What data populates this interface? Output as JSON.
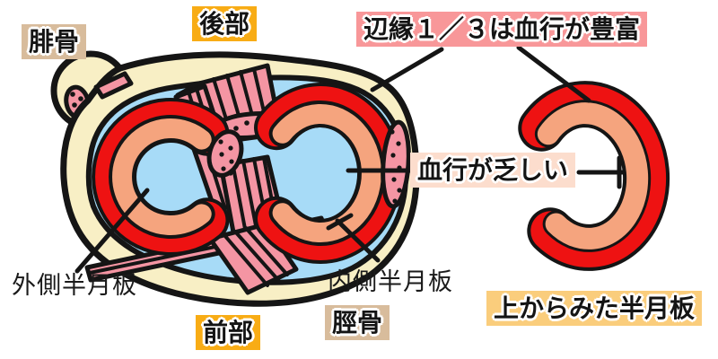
{
  "labels": {
    "fibula": "腓骨",
    "posterior": "後部",
    "rich_blood": "辺縁１／３は血行が豊富",
    "poor_blood": "血行が乏しい",
    "lateral_meniscus": "外側半月板",
    "medial_meniscus": "内側半月板",
    "tibia": "脛骨",
    "anterior": "前部",
    "top_view": "上からみた半月板"
  },
  "colors": {
    "ink": "#151515",
    "bone-cream": "#F8EFC5",
    "cartilage-blue": "#A7DBF7",
    "vascular-red": "#EE1212",
    "meniscus-salmon": "#F5A47E",
    "ligament-pink": "#F495A3",
    "tag-tan": "#D8BC9C",
    "tag-orange": "#F8AC15",
    "tag-pink": "#F89799",
    "tag-lightpink": "#FCDDCD",
    "tag-lightorange": "#FACD7C"
  },
  "parts": [
    "knee-cross-section-top-view",
    "fibula-head",
    "tibial-plateau",
    "lateral-meniscus-c-ring",
    "medial-meniscus-c-ring",
    "cruciate-ligaments",
    "collateral-ligament-cross-section",
    "isolated-meniscus-top-view"
  ]
}
